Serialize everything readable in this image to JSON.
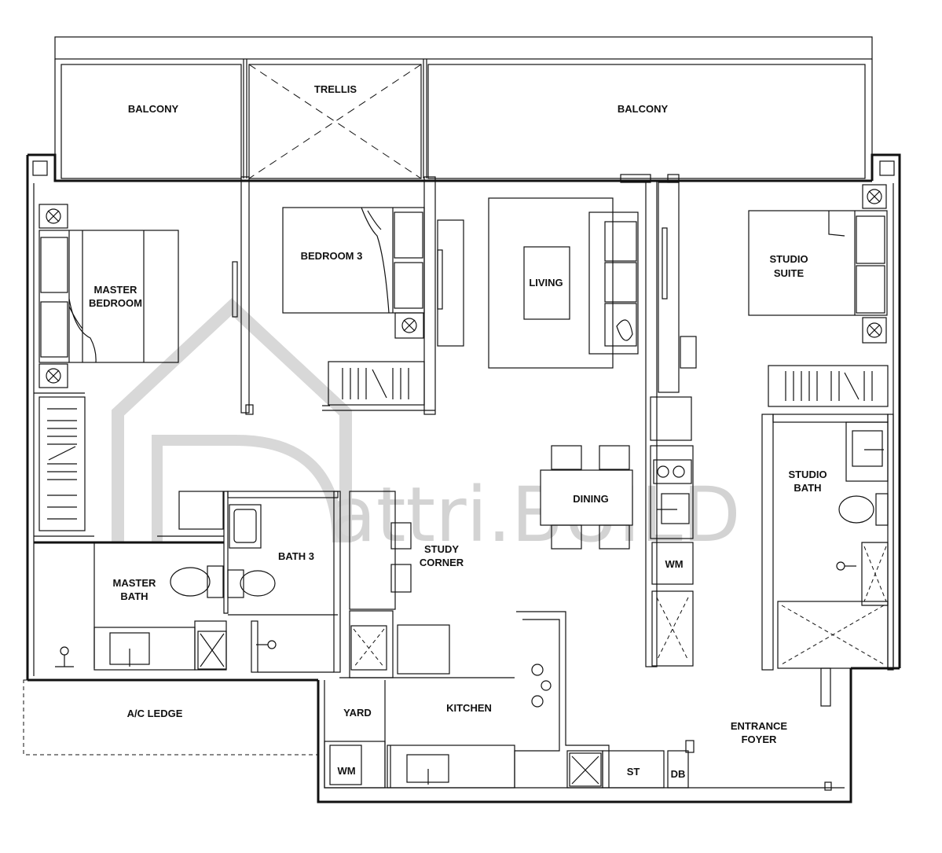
{
  "watermark": "attri.BUILD",
  "rooms": {
    "balcony_left": "BALCONY",
    "trellis": "TRELLIS",
    "balcony_right": "BALCONY",
    "master_bedroom_line1": "MASTER",
    "master_bedroom_line2": "BEDROOM",
    "bedroom3": "BEDROOM 3",
    "living": "LIVING",
    "studio_suite_line1": "STUDIO",
    "studio_suite_line2": "SUITE",
    "dining": "DINING",
    "studio_bath_line1": "STUDIO",
    "studio_bath_line2": "BATH",
    "master_bath_line1": "MASTER",
    "master_bath_line2": "BATH",
    "bath3": "BATH 3",
    "study_corner_line1": "STUDY",
    "study_corner_line2": "CORNER",
    "wm_kitchen": "WM",
    "ac_ledge": "A/C LEDGE",
    "yard": "YARD",
    "kitchen": "KITCHEN",
    "wm_yard": "WM",
    "entrance_foyer_line1": "ENTRANCE",
    "entrance_foyer_line2": "FOYER",
    "st": "ST",
    "db": "DB"
  }
}
